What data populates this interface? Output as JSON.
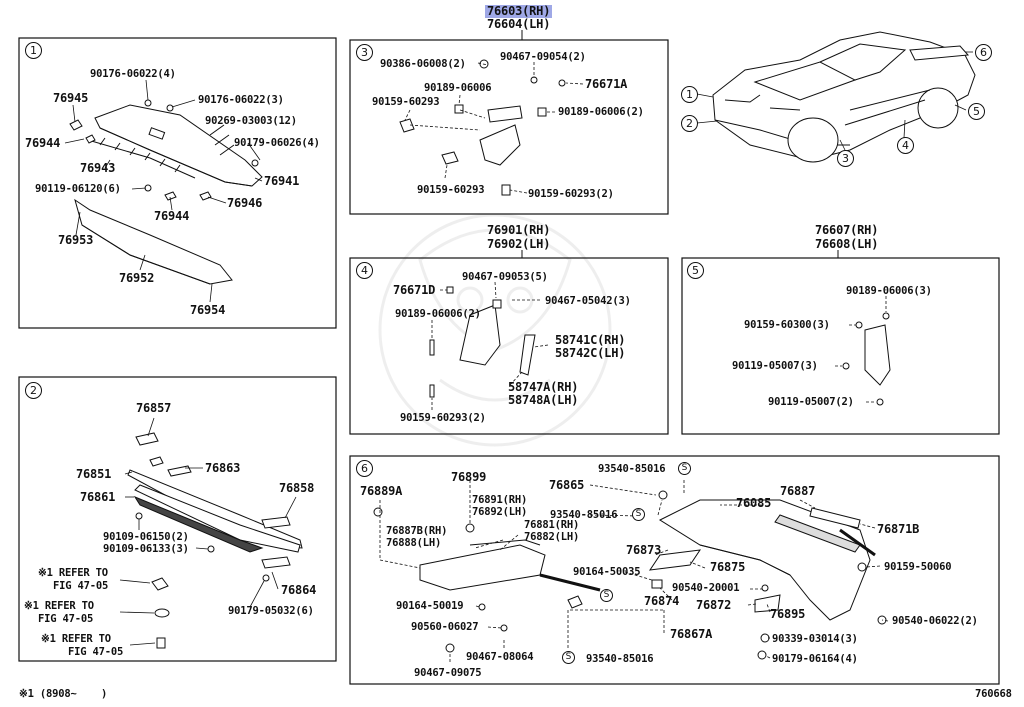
{
  "header": {
    "rh": "76603(RH)",
    "lh": "76604(LH)"
  },
  "panels": {
    "p1": {
      "num": "1",
      "parts": [
        "90176-06022(4)",
        "76945",
        "90176-06022(3)",
        "90269-03003(12)",
        "76944",
        "90179-06026(4)",
        "76943",
        "90119-06120(6)",
        "76941",
        "76944",
        "76946",
        "76953",
        "76952",
        "76954"
      ]
    },
    "p2": {
      "num": "2",
      "parts": [
        "76857",
        "76851",
        "76863",
        "76861",
        "76858",
        "90109-06150(2)",
        "90109-06133(3)",
        "76864",
        "90179-05032(6)"
      ],
      "refs": [
        "※1 REFER TO",
        "FIG 47-05",
        "※1 REFER TO",
        "FIG 47-05",
        "※1 REFER TO",
        "FIG 47-05"
      ]
    },
    "p3": {
      "num": "3",
      "parts": [
        "90386-06008(2)",
        "90467-09054(2)",
        "76671A",
        "90189-06006",
        "90159-60293",
        "90189-06006(2)",
        "90159-60293",
        "90159-60293(2)"
      ]
    },
    "p4": {
      "num": "4",
      "title_rh": "76901(RH)",
      "title_lh": "76902(LH)",
      "parts": [
        "90467-09053(5)",
        "76671D",
        "90467-05042(3)",
        "90189-06006(2)",
        "58741C(RH)",
        "58742C(LH)",
        "58747A(RH)",
        "58748A(LH)",
        "90159-60293(2)"
      ]
    },
    "p5": {
      "num": "5",
      "title_rh": "76607(RH)",
      "title_lh": "76608(LH)",
      "parts": [
        "90189-06006(3)",
        "90159-60300(3)",
        "90119-05007(3)",
        "90119-05007(2)"
      ]
    },
    "p6": {
      "num": "6",
      "parts": [
        "76889A",
        "76899",
        "93540-85016",
        "76865",
        "76887",
        "76085",
        "76891(RH)",
        "76892(LH)",
        "93540-85016",
        "76871B",
        "76887B(RH)",
        "76881(RH)",
        "76888(LH)",
        "76882(LH)",
        "76873",
        "76875",
        "90159-50060",
        "90164-50035",
        "90540-20001",
        "76874",
        "76872",
        "76895",
        "90164-50019",
        "90540-06022(2)",
        "90560-06027",
        "76867A",
        "90339-03014(3)",
        "90467-08064",
        "93540-85016",
        "90179-06164(4)",
        "90467-09075"
      ],
      "s_mark": "S"
    },
    "car": {
      "callouts": [
        "6",
        "1",
        "5",
        "2",
        "3",
        "4"
      ]
    }
  },
  "footer": {
    "note": "※1 (8908~    )",
    "fig_code": "760668"
  }
}
